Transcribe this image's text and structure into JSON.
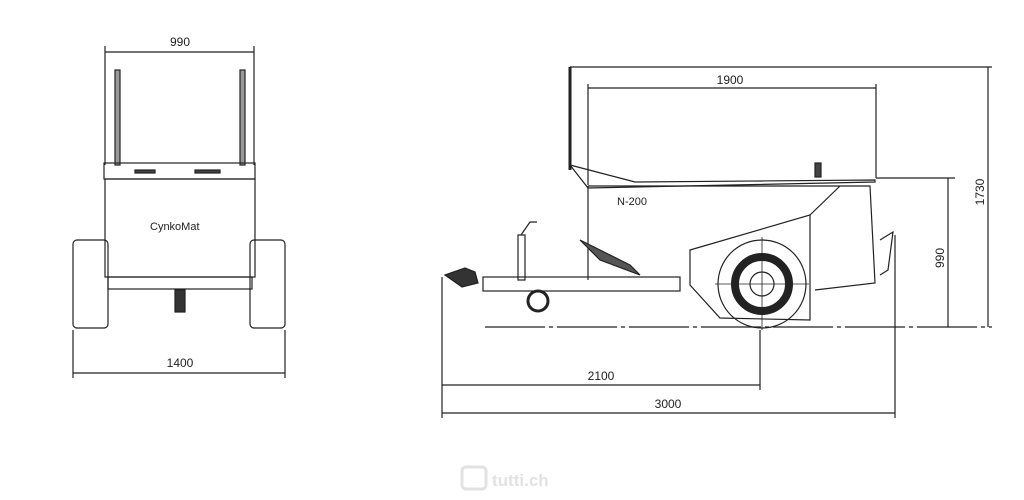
{
  "front_view": {
    "brand_label": "CynkoMat",
    "dimensions": {
      "top_width": "990",
      "track_width": "1400"
    }
  },
  "side_view": {
    "model_label": "N-200",
    "dimensions": {
      "hopper_length": "1900",
      "total_height": "1730",
      "body_height": "990",
      "axle_distance": "2100",
      "total_length": "3000"
    }
  },
  "watermark": "tutti.ch",
  "colors": {
    "line": "#222222",
    "watermark": "#e2e2e2"
  }
}
